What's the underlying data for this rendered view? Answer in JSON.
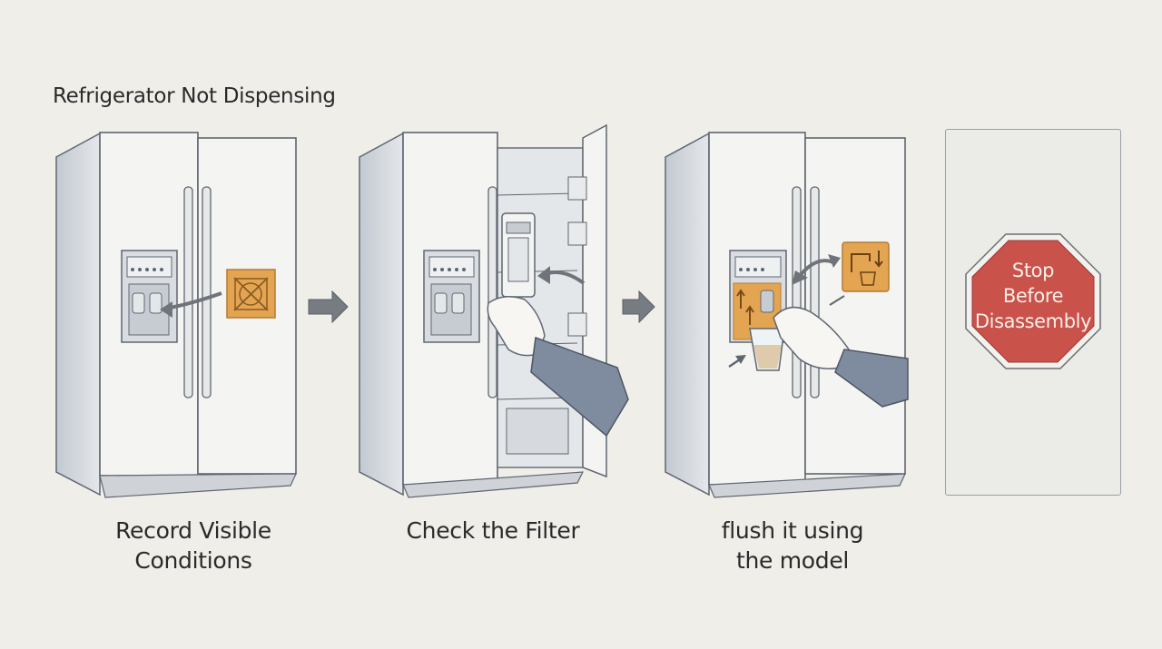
{
  "diagram": {
    "title": "Refrigerator Not Dispensing",
    "steps": [
      {
        "caption_lines": [
          "Record Visible",
          "Conditions"
        ]
      },
      {
        "caption_lines": [
          "Check the Filter"
        ]
      },
      {
        "caption_lines": [
          "flush it using",
          "the model"
        ]
      }
    ],
    "stop_sign": {
      "lines": [
        "Stop",
        "Before",
        "Disassembly"
      ]
    }
  },
  "colors": {
    "background": "#efeee9",
    "fridge_body": "#f3f3f1",
    "fridge_shadow": "#c7ccd2",
    "outline": "#5f6670",
    "accent_orange": "#e3a552",
    "arrow_gray": "#6f747a",
    "stop_red": "#c9524b",
    "sleeve_blue": "#7f8c9f"
  }
}
